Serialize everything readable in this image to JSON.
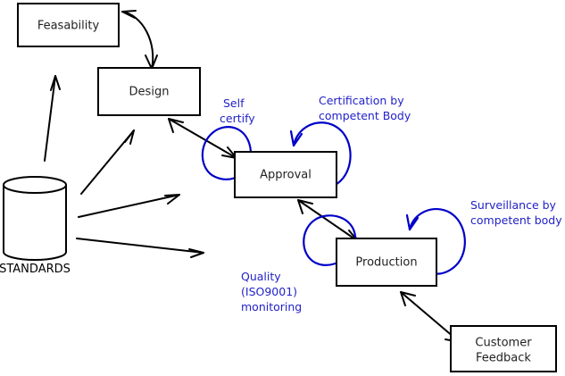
{
  "diagram": {
    "title": "Standards driven product lifecycle diagram",
    "colors": {
      "node_stroke": "#000000",
      "node_fill": "#ffffff",
      "node_text": "#222222",
      "flow_arrow": "#000000",
      "annotation_blue": "#2222c8",
      "loop_blue": "#0000c8",
      "background": "#ffffff"
    },
    "nodes": [
      {
        "id": "feasability",
        "label": "Feasability",
        "shape": "rectangle"
      },
      {
        "id": "design",
        "label": "Design",
        "shape": "rectangle"
      },
      {
        "id": "approval",
        "label": "Approval",
        "shape": "rectangle"
      },
      {
        "id": "production",
        "label": "Production",
        "shape": "rectangle"
      },
      {
        "id": "customer_feedback",
        "label": "Customer\nFeedback",
        "shape": "rectangle"
      },
      {
        "id": "standards",
        "label": "STANDARDS",
        "shape": "cylinder"
      }
    ],
    "node_labels": {
      "feasability": "Feasability",
      "design": "Design",
      "approval": "Approval",
      "production": "Production",
      "customer_feedback_line1": "Customer",
      "customer_feedback_line2": "Feedback",
      "standards": "STANDARDS"
    },
    "annotations": {
      "self_certify_line1": "Self",
      "self_certify_line2": "certify",
      "certification_line1": "Certification by",
      "certification_line2": "competent Body",
      "quality_line1": "Quality",
      "quality_line2": "(ISO9001)",
      "quality_line3": "monitoring",
      "surveillance_line1": "Surveillance by",
      "surveillance_line2": "competent body"
    },
    "edges": [
      {
        "id": "design-to-feasability",
        "from": "design",
        "to": "feasability",
        "style": "curved",
        "heads": "both"
      },
      {
        "id": "design-to-approval",
        "from": "design",
        "to": "approval",
        "style": "straight",
        "heads": "both"
      },
      {
        "id": "production-to-approval",
        "from": "production",
        "to": "approval",
        "style": "straight",
        "heads": "both"
      },
      {
        "id": "production-to-customer-feedback",
        "from": "production",
        "to": "customer_feedback",
        "style": "straight",
        "heads": "both"
      },
      {
        "id": "standards-to-feasability",
        "from": "standards",
        "to": "feasability",
        "style": "straight",
        "heads": "single"
      },
      {
        "id": "standards-to-design",
        "from": "standards",
        "to": "design",
        "style": "straight",
        "heads": "single"
      },
      {
        "id": "standards-to-approval",
        "from": "standards",
        "to": "approval",
        "style": "straight",
        "heads": "single"
      },
      {
        "id": "standards-to-production",
        "from": "standards",
        "to": "production",
        "style": "straight",
        "heads": "single"
      }
    ],
    "loops": [
      {
        "id": "self-certify-loop",
        "target": "approval",
        "annotation": "Self certify"
      },
      {
        "id": "certification-loop",
        "target": "approval",
        "annotation": "Certification by competent Body"
      },
      {
        "id": "quality-monitoring-loop",
        "target": "production",
        "annotation": "Quality (ISO9001) monitoring"
      },
      {
        "id": "surveillance-loop",
        "target": "production",
        "annotation": "Surveillance by competent body"
      }
    ]
  }
}
